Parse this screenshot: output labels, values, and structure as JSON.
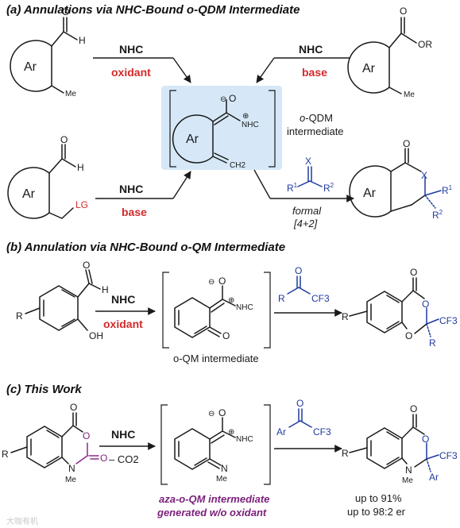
{
  "headers": {
    "a": "(a) Annulations via NHC-Bound o-QDM Intermediate",
    "b": "(b) Annulation via NHC-Bound o-QM Intermediate",
    "c": "(c) This Work"
  },
  "atoms": {
    "ar": "Ar",
    "o": "O",
    "h": "H",
    "me": "Me",
    "or": "OR",
    "lg": "LG",
    "nhc": "NHC",
    "ch2": "CH2",
    "x": "X",
    "r": "R",
    "r1": "R1",
    "r2": "R2",
    "oh": "OH",
    "cf3": "CF3",
    "n": "N",
    "charge_minus": "⊖",
    "charge_plus": "⊕"
  },
  "reagents": {
    "nhc": "NHC",
    "oxidant": "oxidant",
    "base": "base",
    "minus_co2": "– CO2"
  },
  "labels": {
    "oqdm_italic": "o",
    "oqdm_rest": "-QDM",
    "intermediate": "intermediate",
    "formal": "formal",
    "formal_42": "[4+2]",
    "oqm_intermediate": "o-QM intermediate",
    "aza_oqm": "aza-o-QM intermediate",
    "generated": "generated w/o oxidant",
    "up_to_yield": "up to 91%",
    "up_to_er": "up to 98:2 er",
    "watermark": "大咖有机"
  },
  "colors": {
    "red_reagent": "#d42a2a",
    "blue_substrate": "#1f3a9e",
    "purple_highlight": "#7a1f7a",
    "highlight_box": "#d6e8f7"
  }
}
